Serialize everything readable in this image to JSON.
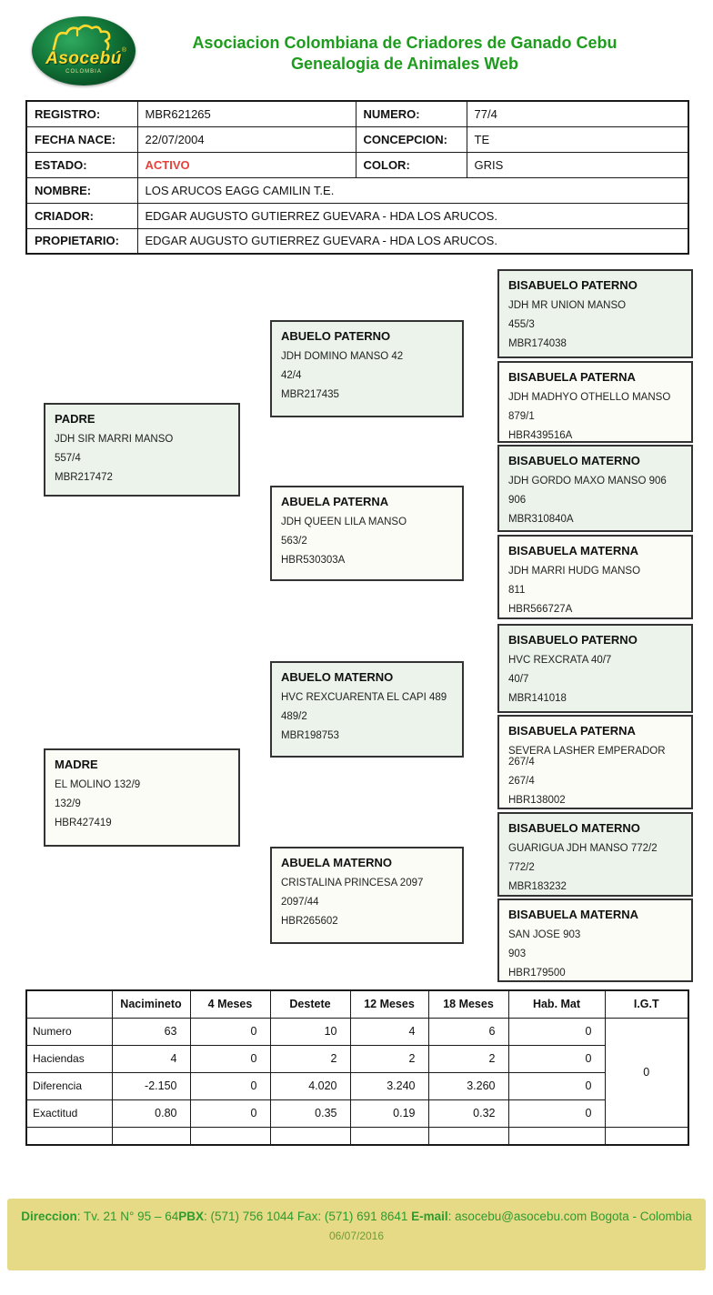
{
  "header": {
    "logo_text": "Asocebú",
    "logo_reg": "®",
    "logo_sub": "COLOMBIA",
    "title_line1": "Asociacion Colombiana de Criadores de Ganado Cebu",
    "title_line2": "Genealogia de Animales Web"
  },
  "info": {
    "registro_label": "REGISTRO:",
    "registro": "MBR621265",
    "numero_label": "NUMERO:",
    "numero": "77/4",
    "fecha_label": "FECHA NACE:",
    "fecha": "22/07/2004",
    "concepcion_label": "CONCEPCION:",
    "concepcion": "TE",
    "estado_label": "ESTADO:",
    "estado": "ACTIVO",
    "color_label": "COLOR:",
    "color": "GRIS",
    "nombre_label": "NOMBRE:",
    "nombre": "LOS ARUCOS EAGG CAMILIN T.E.",
    "criador_label": "CRIADOR:",
    "criador": "EDGAR AUGUSTO GUTIERREZ GUEVARA - HDA LOS ARUCOS.",
    "propietario_label": "PROPIETARIO:",
    "propietario": "EDGAR AUGUSTO GUTIERREZ GUEVARA - HDA LOS ARUCOS."
  },
  "pedigree": {
    "boxes": [
      {
        "title": "PADRE",
        "name": "JDH SIR MARRI MANSO",
        "number": "557/4",
        "code": "MBR217472"
      },
      {
        "title": "MADRE",
        "name": "EL MOLINO 132/9",
        "number": "132/9",
        "code": "HBR427419"
      },
      {
        "title": "ABUELO PATERNO",
        "name": "JDH DOMINO MANSO 42",
        "number": "42/4",
        "code": "MBR217435"
      },
      {
        "title": "ABUELA PATERNA",
        "name": "JDH QUEEN LILA MANSO",
        "number": "563/2",
        "code": "HBR530303A"
      },
      {
        "title": "ABUELO MATERNO",
        "name": "HVC REXCUARENTA EL CAPI 489",
        "number": "489/2",
        "code": "MBR198753"
      },
      {
        "title": "ABUELA MATERNO",
        "name": "CRISTALINA PRINCESA 2097",
        "number": "2097/44",
        "code": "HBR265602"
      },
      {
        "title": "BISABUELO PATERNO",
        "name": "JDH MR UNION MANSO",
        "number": "455/3",
        "code": "MBR174038"
      },
      {
        "title": "BISABUELA PATERNA",
        "name": "JDH MADHYO OTHELLO MANSO",
        "number": "879/1",
        "code": "HBR439516A"
      },
      {
        "title": "BISABUELO MATERNO",
        "name": "JDH GORDO MAXO MANSO 906",
        "number": "906",
        "code": "MBR310840A"
      },
      {
        "title": "BISABUELA MATERNA",
        "name": "JDH MARRI HUDG MANSO",
        "number": "811",
        "code": "HBR566727A"
      },
      {
        "title": "BISABUELO PATERNO",
        "name": "HVC REXCRATA 40/7",
        "number": "40/7",
        "code": "MBR141018"
      },
      {
        "title": "BISABUELA PATERNA",
        "name": "SEVERA LASHER EMPERADOR 267/4",
        "number": "267/4",
        "code": "HBR138002"
      },
      {
        "title": "BISABUELO MATERNO",
        "name": "GUARIGUA JDH MANSO 772/2",
        "number": "772/2",
        "code": "MBR183232"
      },
      {
        "title": "BISABUELA MATERNA",
        "name": "SAN JOSE 903",
        "number": "903",
        "code": "HBR179500"
      }
    ]
  },
  "stats": {
    "headers": [
      "",
      "Nacimineto",
      "4 Meses",
      "Destete",
      "12 Meses",
      "18 Meses",
      "Hab. Mat",
      "I.G.T"
    ],
    "rows": [
      {
        "label": "Numero",
        "values": [
          "63",
          "0",
          "10",
          "4",
          "6",
          "0"
        ]
      },
      {
        "label": "Haciendas",
        "values": [
          "4",
          "0",
          "2",
          "2",
          "2",
          "0"
        ]
      },
      {
        "label": "Diferencia",
        "values": [
          "-2.150",
          "0",
          "4.020",
          "3.240",
          "3.260",
          "0"
        ]
      },
      {
        "label": "Exactitud",
        "values": [
          "0.80",
          "0",
          "0.35",
          "0.19",
          "0.32",
          "0"
        ]
      }
    ],
    "igt_value": "0"
  },
  "footer": {
    "direccion_label": "Direccion",
    "direccion_value": ": Tv. 21 N°  95 – 64",
    "pbx_label": "PBX",
    "pbx_value": ": (571) 756 1044 ",
    "fax_label": "Fax:",
    "fax_value": " (571) 691 8641 ",
    "email_label": "E-mail",
    "email_value": ": asocebu@asocebu.com Bogota - Colombia",
    "date": "06/07/2016"
  },
  "colors": {
    "green": "#1e9c1e",
    "red": "#e8403a",
    "male_box": "#ebf3eb",
    "female_box": "#fcfcf7",
    "footer_bg": "#e6da87",
    "footer_green": "#2f9b2f",
    "logo_yellow": "#ffd92e"
  }
}
